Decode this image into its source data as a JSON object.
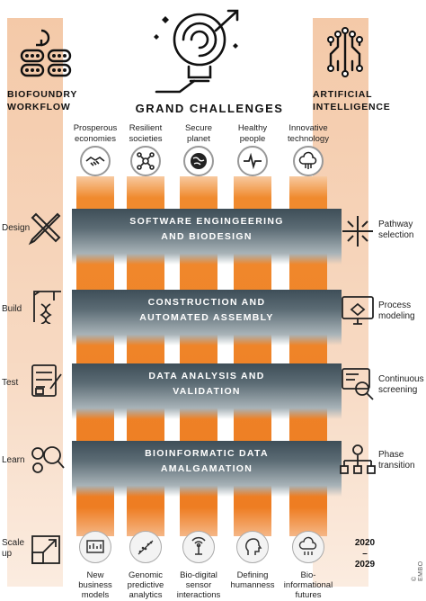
{
  "left_column": {
    "title_line1": "BIOFOUNDRY",
    "title_line2": "WORKFLOW"
  },
  "right_column": {
    "title_line1": "ARTIFICIAL",
    "title_line2": "INTELLIGENCE"
  },
  "grand_challenges": {
    "title": "GRAND CHALLENGES",
    "columns": [
      {
        "line1": "Prosperous",
        "line2": "economies",
        "icon": "handshake-icon"
      },
      {
        "line1": "Resilient",
        "line2": "societies",
        "icon": "network-icon"
      },
      {
        "line1": "Secure",
        "line2": "planet",
        "icon": "globe-icon"
      },
      {
        "line1": "Healthy",
        "line2": "people",
        "icon": "heartbeat-icon"
      },
      {
        "line1": "Innovative",
        "line2": "technology",
        "icon": "circuit-cloud-icon"
      }
    ]
  },
  "bands": [
    {
      "line1": "SOFTWARE ENGINGEERING",
      "line2": "AND BIODESIGN"
    },
    {
      "line1": "CONSTRUCTION AND",
      "line2": "AUTOMATED ASSEMBLY"
    },
    {
      "line1": "DATA ANALYSIS AND",
      "line2": "VALIDATION"
    },
    {
      "line1": "BIOINFORMATIC DATA",
      "line2": "AMALGAMATION"
    }
  ],
  "workflow_steps": [
    {
      "label": "Design",
      "icon": "ruler-pencil-icon"
    },
    {
      "label": "Build",
      "icon": "crane-dna-icon"
    },
    {
      "label": "Test",
      "icon": "checklist-icon"
    },
    {
      "label": "Learn",
      "icon": "gears-magnifier-icon"
    },
    {
      "label_line1": "Scale",
      "label_line2": "up",
      "icon": "scale-up-icon"
    }
  ],
  "ai_steps": [
    {
      "line1": "Pathway",
      "line2": "selection",
      "icon": "circuit-icon"
    },
    {
      "line1": "Process",
      "line2": "modeling",
      "icon": "monitor-model-icon"
    },
    {
      "line1": "Continuous",
      "line2": "screening",
      "icon": "screen-magnifier-icon"
    },
    {
      "line1": "Phase",
      "line2": "transition",
      "icon": "gear-hierarchy-icon"
    }
  ],
  "outcomes": [
    {
      "line1": "New",
      "line2": "business",
      "line3": "models",
      "icon": "dashboard-icon"
    },
    {
      "line1": "Genomic",
      "line2": "predictive",
      "line3": "analytics",
      "icon": "scatter-icon"
    },
    {
      "line1": "Bio-digital",
      "line2": "sensor",
      "line3": "interactions",
      "icon": "sensor-icon"
    },
    {
      "line1": "Defining",
      "line2": "humanness",
      "line3": "",
      "icon": "head-icon"
    },
    {
      "line1": "Bio-",
      "line2": "informational",
      "line3": "futures",
      "icon": "binary-cloud-icon"
    }
  ],
  "years": {
    "start": "2020",
    "dash": "–",
    "end": "2029"
  },
  "credit": "© EMBO",
  "colors": {
    "orange": "#ee7d22",
    "peach": "#f4c9a8",
    "band_dark": "#3e4e58"
  }
}
